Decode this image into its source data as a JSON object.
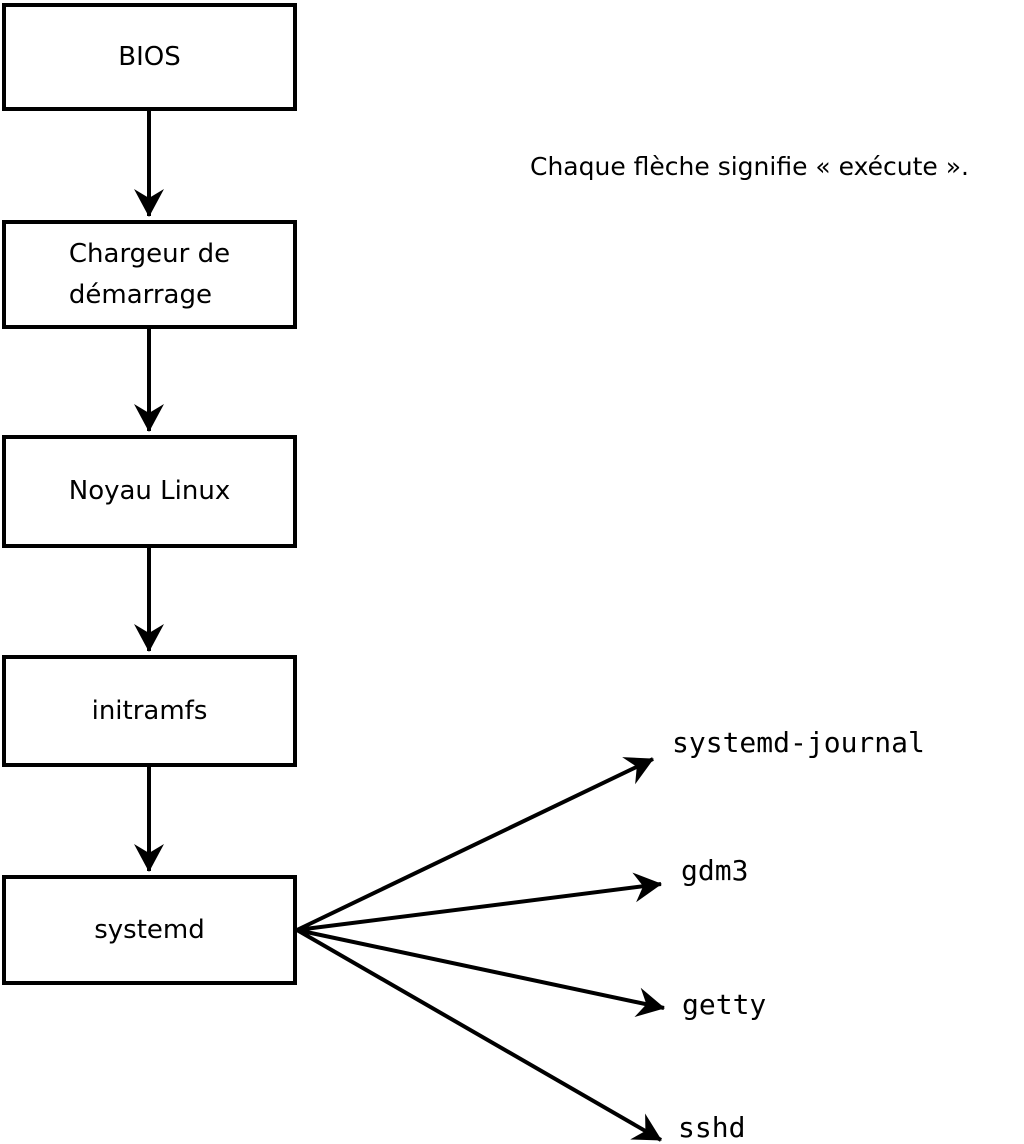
{
  "annotation": "Chaque flèche signifie « exécute ».",
  "chain": [
    {
      "id": "bios",
      "label": "BIOS"
    },
    {
      "id": "bootloader",
      "label": "Chargeur de\ndémarrage"
    },
    {
      "id": "kernel",
      "label": "Noyau Linux"
    },
    {
      "id": "initramfs",
      "label": "initramfs"
    },
    {
      "id": "systemd",
      "label": "systemd"
    }
  ],
  "spawned_processes": [
    {
      "id": "systemd-journal",
      "label": "systemd-journal"
    },
    {
      "id": "gdm3",
      "label": "gdm3"
    },
    {
      "id": "getty",
      "label": "getty"
    },
    {
      "id": "sshd",
      "label": "sshd"
    }
  ],
  "edges": [
    {
      "from": "bios",
      "to": "bootloader"
    },
    {
      "from": "bootloader",
      "to": "kernel"
    },
    {
      "from": "kernel",
      "to": "initramfs"
    },
    {
      "from": "initramfs",
      "to": "systemd"
    },
    {
      "from": "systemd",
      "to": "systemd-journal"
    },
    {
      "from": "systemd",
      "to": "gdm3"
    },
    {
      "from": "systemd",
      "to": "getty"
    },
    {
      "from": "systemd",
      "to": "sshd"
    }
  ],
  "colors": {
    "background": "#ffffff",
    "line": "#000000",
    "box_border": "#000000",
    "box_fill": "#ffffff",
    "text": "#000000"
  }
}
